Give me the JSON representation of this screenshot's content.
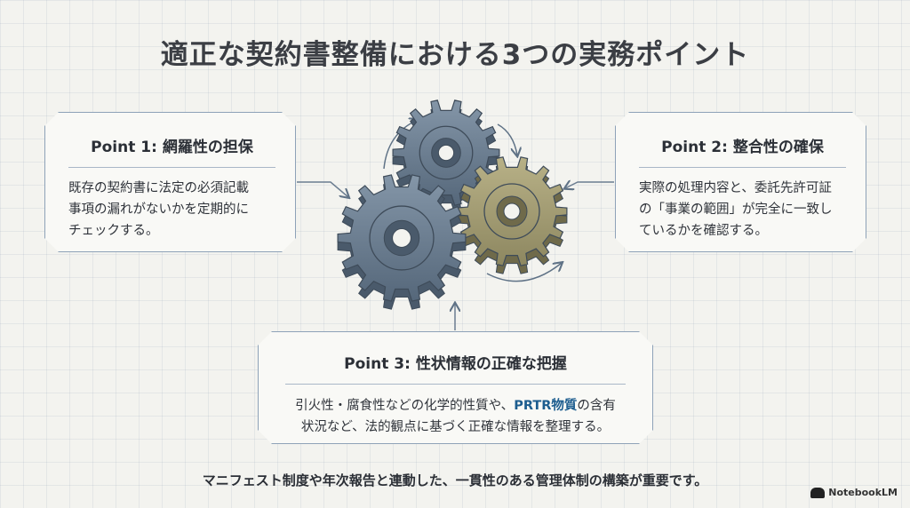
{
  "title": "適正な契約書整備における3つの実務ポイント",
  "points": [
    {
      "title": "Point 1: 網羅性の担保",
      "body": [
        "既存の契約書に法定の必須記載",
        "事項の漏れがないかを定期的に",
        "チェックする。"
      ]
    },
    {
      "title": "Point 2: 整合性の確保",
      "body": [
        "実際の処理内容と、委託先許可証",
        "の「事業の範囲」が完全に一致し",
        "ているかを確認する。"
      ]
    },
    {
      "title": "Point 3: 性状情報の正確な把握",
      "body_line1_pre": "引火性・腐食性などの化学的性質や、",
      "body_line1_highlight": "PRTR物質",
      "body_line1_post": "の含有",
      "body_line2": "状況など、法的観点に基づく正確な情報を整理する。"
    }
  ],
  "footer": "マニフェスト制度や年次報告と連動した、一貫性のある管理体制の構築が重要です。",
  "brand": "NotebookLM",
  "colors": {
    "gear": "#6d7f91",
    "gear_gold": "#a39c72",
    "accent_text": "#1d5d8f",
    "card_border": "#8ea2b8"
  }
}
